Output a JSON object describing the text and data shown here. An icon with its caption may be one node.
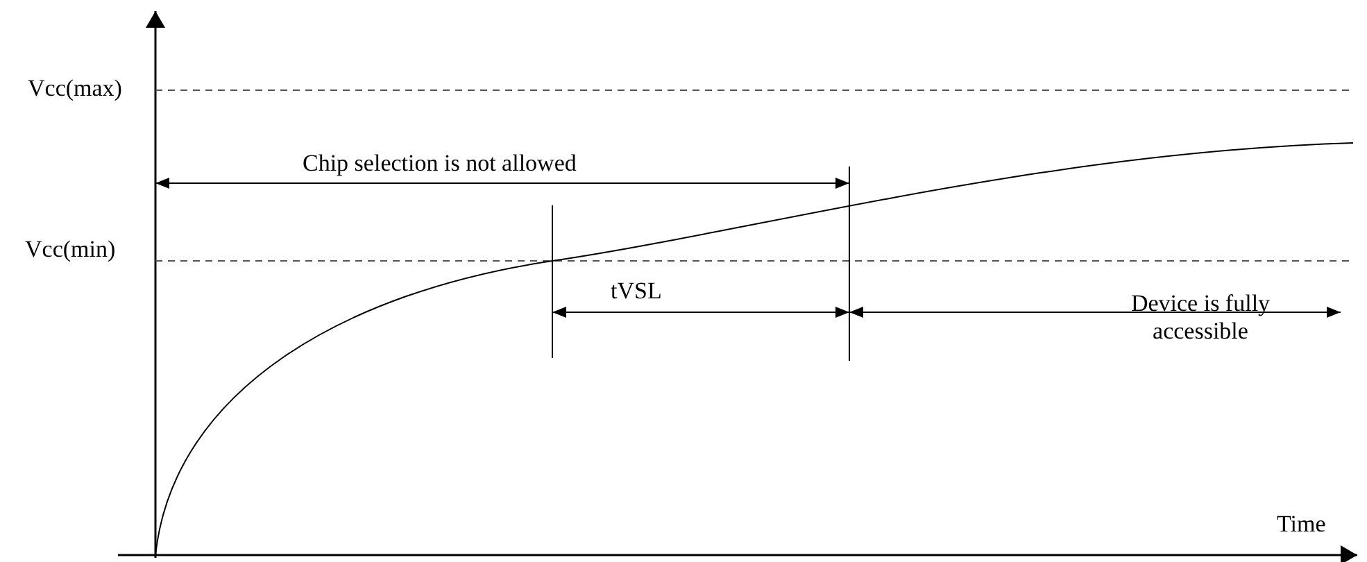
{
  "diagram": {
    "labels": [
      "Vcc(max)",
      "Vcc(min)",
      "Chip selection is not allowed",
      "tVSL",
      "Device is fully accessible",
      "Time"
    ]
  }
}
